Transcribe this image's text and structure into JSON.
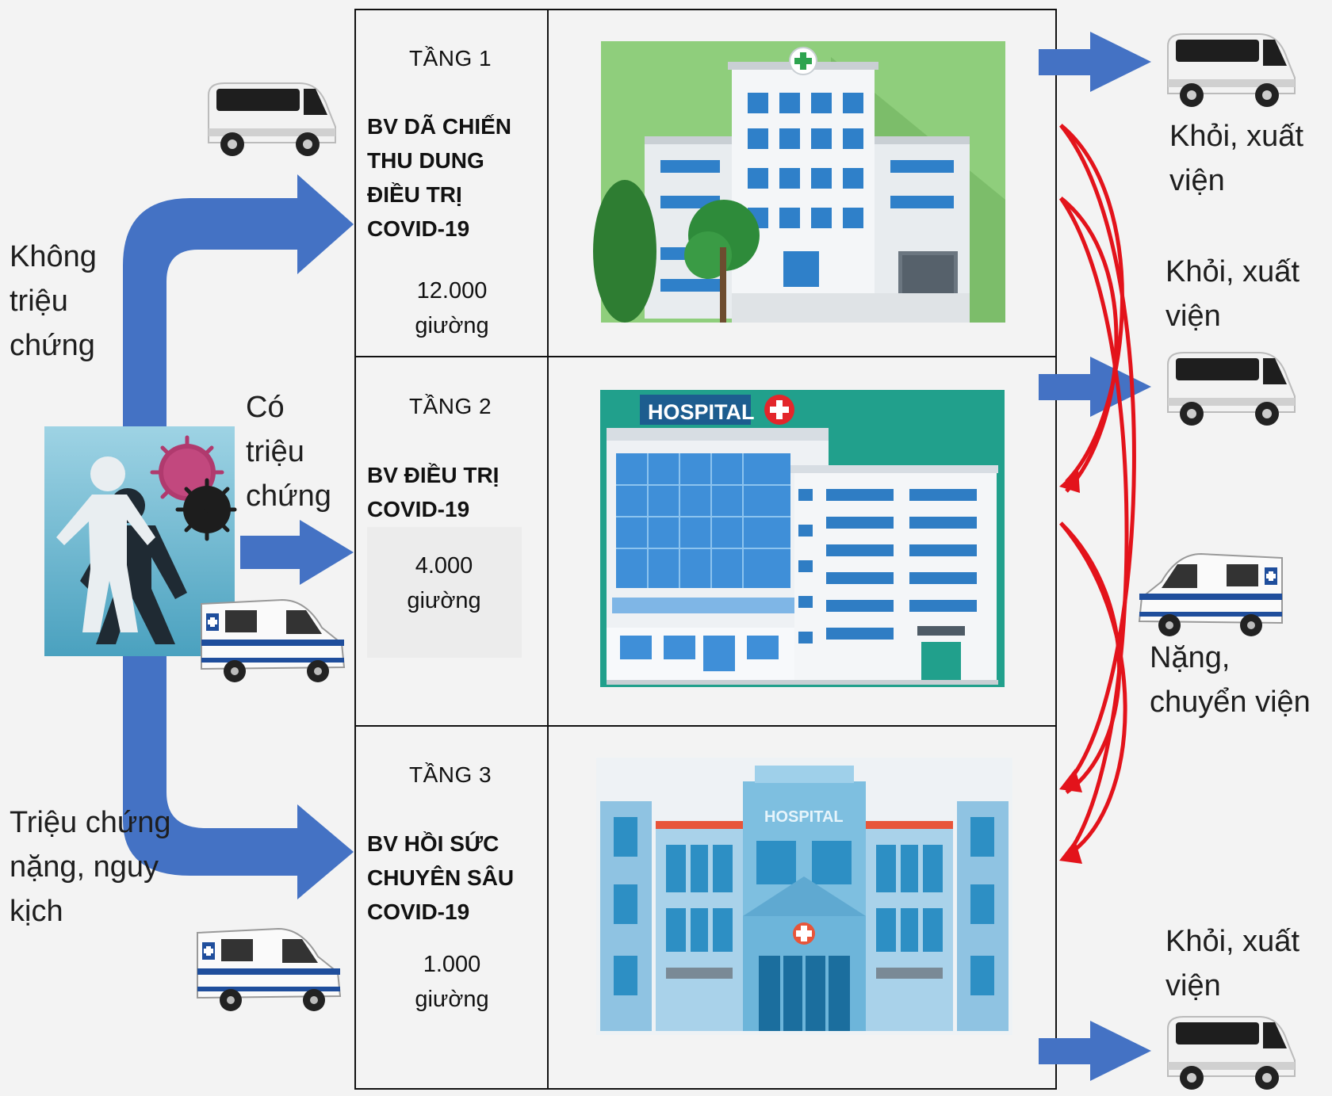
{
  "left_labels": {
    "no_symptoms": "Không triệu chứng",
    "symptoms": "Có triệu chứng",
    "severe": "Triệu chứng nặng, nguy kịch"
  },
  "tiers": [
    {
      "level": "TẦNG 1",
      "name": "BV DÃ CHIẾN THU DUNG ĐIỀU TRỊ COVID-19",
      "beds": "12.000 giường",
      "building_sign": ""
    },
    {
      "level": "TẦNG 2",
      "name": "BV ĐIỀU TRỊ COVID-19",
      "beds": "4.000 giường",
      "building_sign": "HOSPITAL"
    },
    {
      "level": "TẦNG 3",
      "name": "BV HỒI SỨC CHUYÊN SÂU COVID-19",
      "beds": "1.000 giường",
      "building_sign": "HOSPITAL"
    }
  ],
  "right_labels": {
    "discharge_1": "Khỏi, xuất viện",
    "discharge_2": "Khỏi, xuất viện",
    "transfer": "Nặng, chuyển viện",
    "discharge_3": "Khỏi, xuất viện"
  },
  "colors": {
    "arrow_blue": "#4472c4",
    "transfer_red": "#e3131b",
    "tier1_bg": "#8fce7c",
    "tier2_bg": "#21a08c",
    "tier3_bg": "#eef2f5"
  }
}
